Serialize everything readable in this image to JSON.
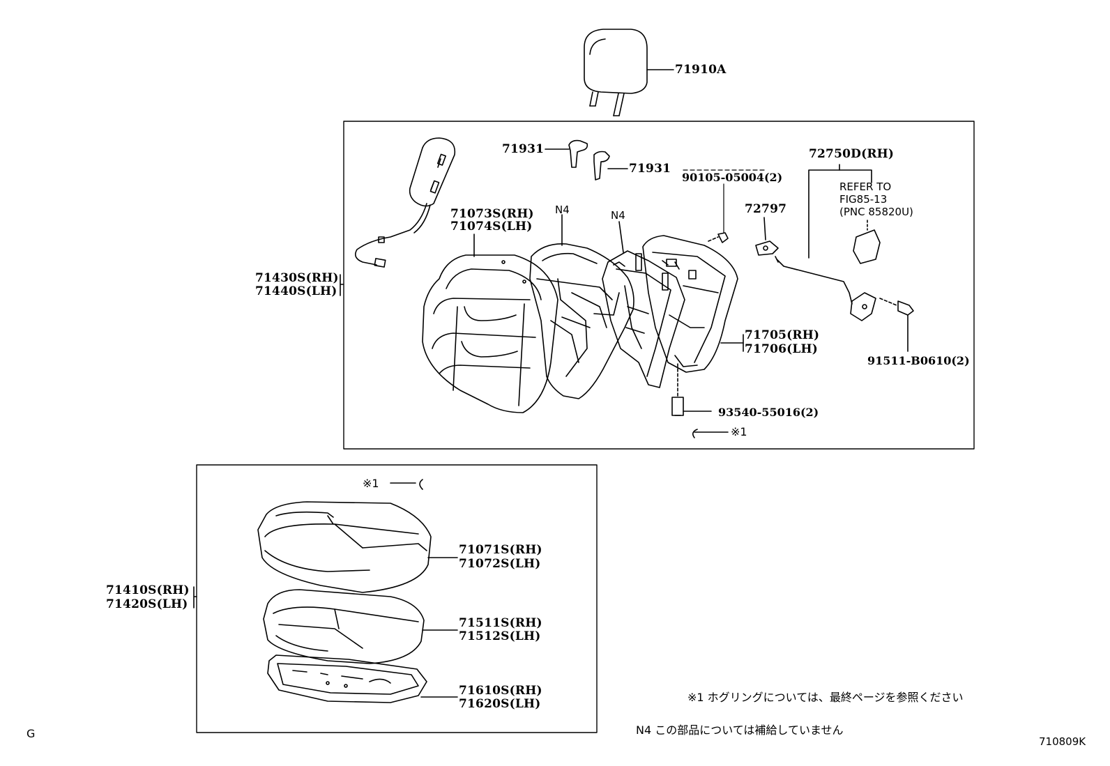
{
  "labels": {
    "headrest": "71910A",
    "clip_a": "71931",
    "clip_b": "71931",
    "bolt_90105": "90105-05004(2)",
    "lock_72750": "72750D(RH)",
    "refer_line1": "REFER TO",
    "refer_line2": "FIG85-13",
    "refer_line3": "(PNC 85820U)",
    "n4_a": "N4",
    "n4_b": "N4",
    "back_cover_rh": "71073S(RH)",
    "back_cover_lh": "71074S(LH)",
    "bracket_72797": "72797",
    "back_assy_rh": "71430S(RH)",
    "back_assy_lh": "71440S(LH)",
    "back_frame_rh": "71705(RH)",
    "back_frame_lh": "71706(LH)",
    "bolt_91511": "91511-B0610(2)",
    "bolt_93540": "93540-55016(2)",
    "hog_ring_upper": "※1",
    "hog_ring_lower": "※1",
    "cush_cover_rh": "71071S(RH)",
    "cush_cover_lh": "71072S(LH)",
    "cush_pad_rh": "71511S(RH)",
    "cush_pad_lh": "71512S(LH)",
    "cush_frame_rh": "71610S(RH)",
    "cush_frame_lh": "71620S(LH)",
    "cush_assy_rh": "71410S(RH)",
    "cush_assy_lh": "71420S(LH)"
  },
  "notes": {
    "note1": "※1  ホグリングについては、最終ページを参照ください",
    "note2": "N4    この部品については補給していません"
  },
  "footer": {
    "left_code": "G",
    "figure_code": "710809K"
  }
}
